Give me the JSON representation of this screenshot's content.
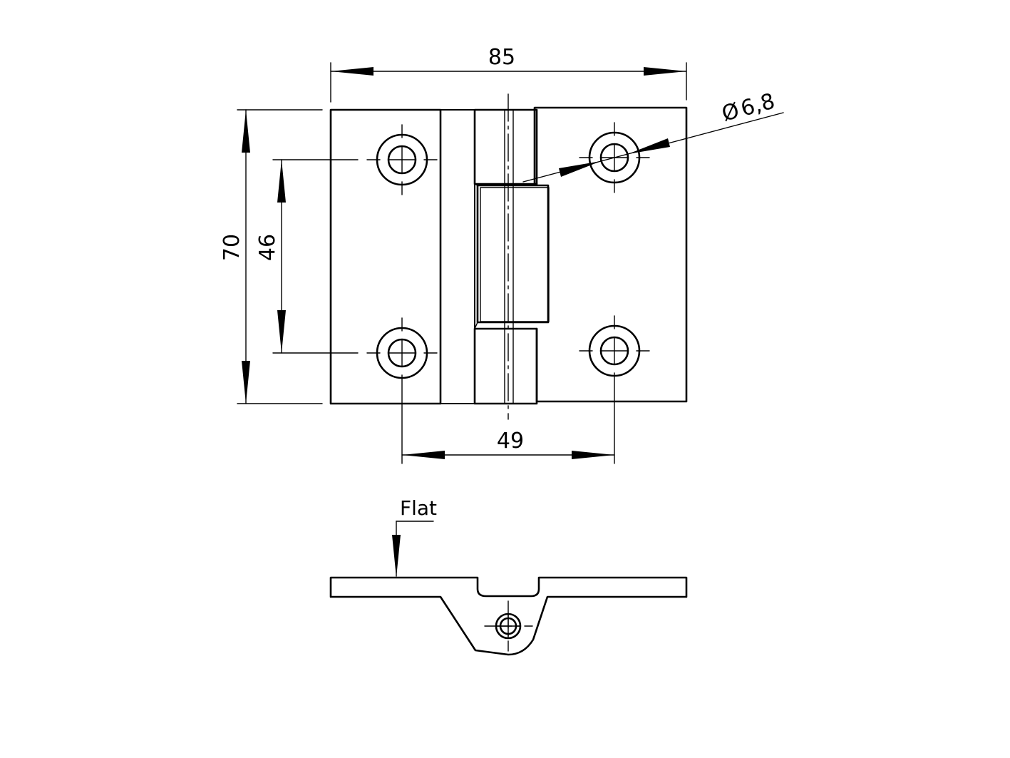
{
  "dimensions": {
    "overall_width": "85",
    "overall_height": "70",
    "hole_vertical_spacing": "46",
    "hole_horizontal_spacing": "49",
    "hole_diameter": "6,8",
    "diameter_symbol": "Ø"
  },
  "annotations": {
    "flat_label": "Flat"
  }
}
